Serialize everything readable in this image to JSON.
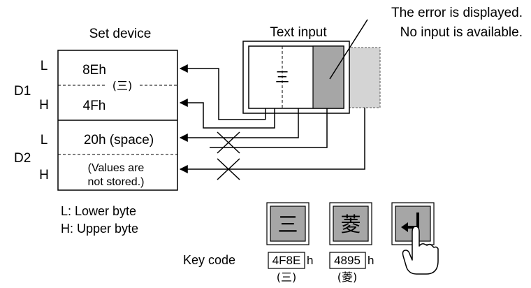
{
  "set_device": {
    "title": "Set device",
    "d1": {
      "label": "D1",
      "low_byte": "8Eh",
      "high_byte": "4Fh",
      "divider_char": "(三)"
    },
    "d2": {
      "label": "D2",
      "low_byte": "20h (space)",
      "high_line1": "(Values are",
      "high_line2": "not stored.)"
    },
    "l_marker": "L",
    "h_marker": "H",
    "legend_lower": "L: Lower byte",
    "legend_upper": "H: Upper byte"
  },
  "text_input": {
    "title": "Text input",
    "char": "三",
    "note_line1": "The error is displayed.",
    "note_line2": "No input is available."
  },
  "keys": {
    "key_code_label": "Key code",
    "key1": {
      "char": "三",
      "code": "4F8E",
      "suffix": "h",
      "caption": "(三)"
    },
    "key2": {
      "char": "菱",
      "code": "4895",
      "suffix": "h",
      "caption": "(菱)"
    },
    "enter_icon": "enter-icon",
    "pointer_icon": "hand-pointer-icon"
  }
}
